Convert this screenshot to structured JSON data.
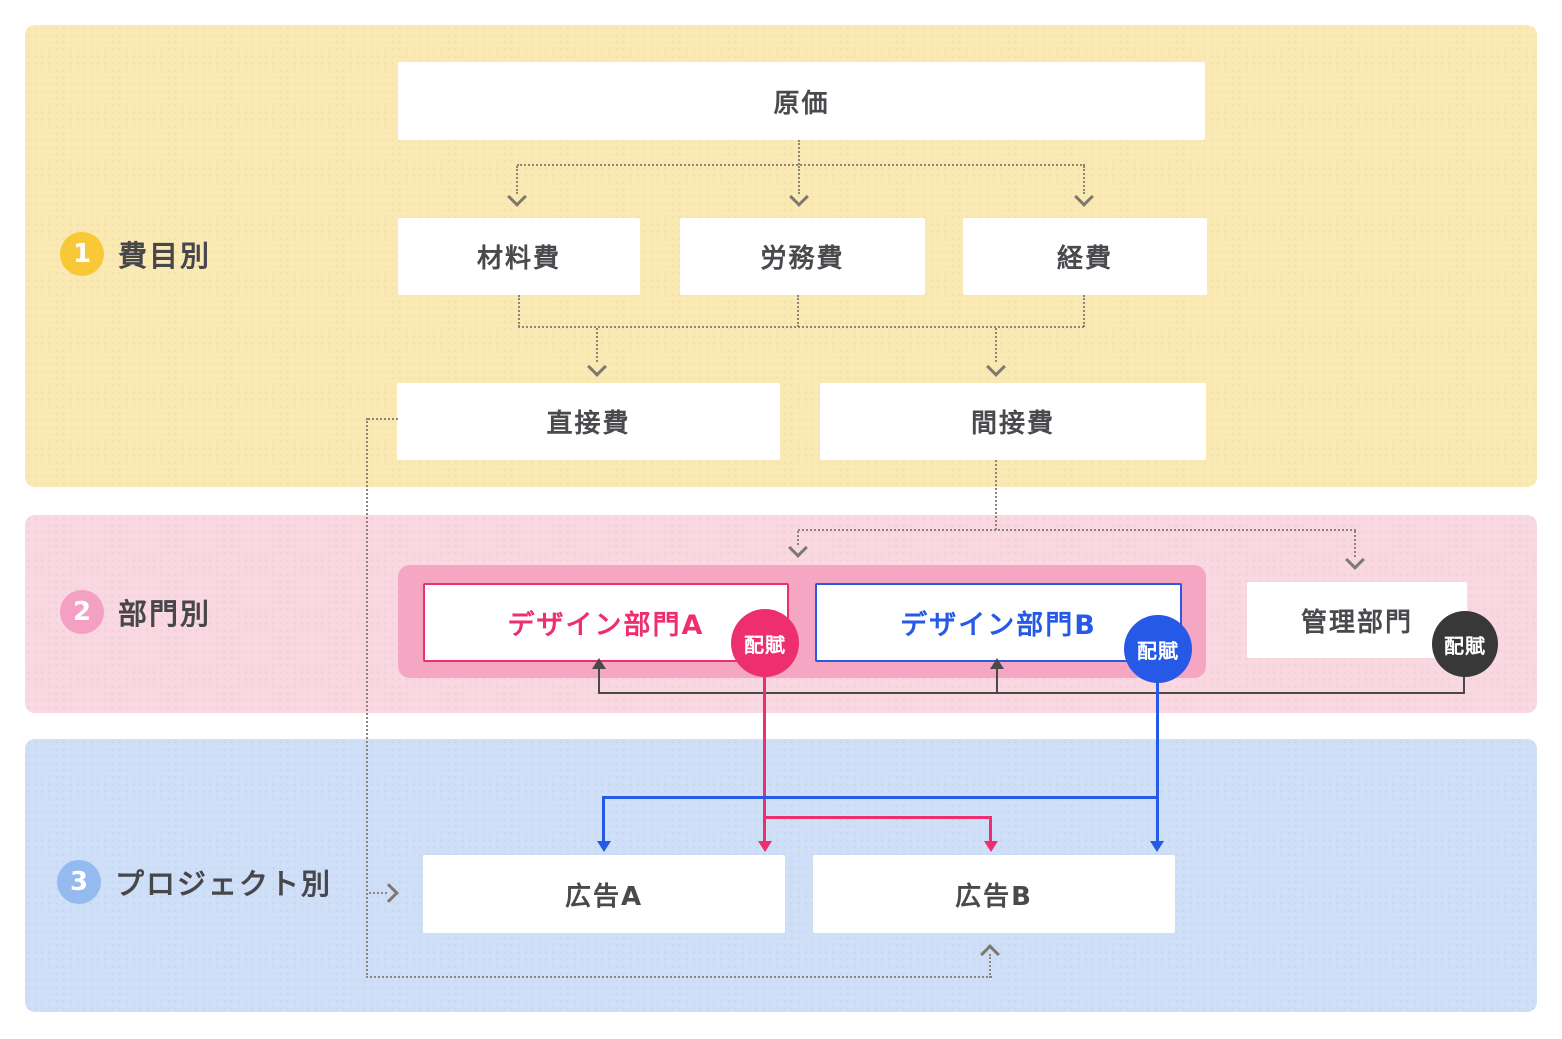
{
  "diagram": {
    "title_note": "cost allocation flow diagram",
    "sections": [
      {
        "num": "1",
        "label": "費目別"
      },
      {
        "num": "2",
        "label": "部門別"
      },
      {
        "num": "3",
        "label": "プロジェクト別"
      }
    ],
    "cost_boxes": {
      "total_cost": "原価",
      "material": "材料費",
      "labor": "労務費",
      "expense": "経費",
      "direct": "直接費",
      "indirect": "間接費"
    },
    "department_boxes": {
      "design_a": "デザイン部門A",
      "design_b": "デザイン部門B",
      "admin": "管理部門"
    },
    "project_boxes": {
      "ad_a": "広告A",
      "ad_b": "広告B"
    },
    "badges": {
      "design_a": "配賦",
      "design_b": "配賦",
      "admin": "配賦"
    },
    "colors": {
      "panel_yellow": "#FBE9B4",
      "panel_pink": "#F9D8E1",
      "panel_blue": "#CEDFF7",
      "department_group_pink": "#F5A6C3",
      "accent_pink": "#EE2F6F",
      "accent_blue": "#2659E6",
      "accent_black": "#383838",
      "number_circle_yellow": "#F9C837",
      "number_circle_pink": "#F3A0C3",
      "number_circle_blue": "#95BAF0",
      "dotted_line_gray": "#8B857C",
      "box_text_gray": "#4A4A4E"
    }
  }
}
